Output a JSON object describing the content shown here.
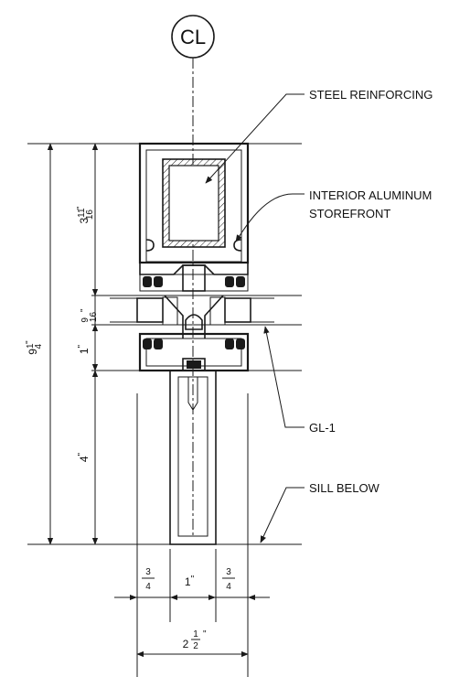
{
  "centerline": {
    "label": "CL"
  },
  "callouts": {
    "steel": "STEEL REINFORCING",
    "storefront_line1": "INTERIOR ALUMINUM",
    "storefront_line2": "STOREFRONT",
    "glass": "GL-1",
    "sill": "SILL BELOW"
  },
  "dimensions": {
    "overall_height": {
      "whole": "9",
      "num": "1",
      "den": "4",
      "inch": "\""
    },
    "top_frame": {
      "whole": "3",
      "num": "11",
      "den": "16",
      "inch": "\""
    },
    "glazing": {
      "num": "9",
      "den": "16",
      "inch": "\""
    },
    "base_frame": {
      "whole": "1",
      "inch": "\""
    },
    "mullion": {
      "whole": "4",
      "inch": "\""
    },
    "left_offset": {
      "num": "3",
      "den": "4",
      "inch": "\""
    },
    "center_width": {
      "whole": "1",
      "inch": "\""
    },
    "right_offset": {
      "num": "3",
      "den": "4",
      "inch": "\""
    },
    "overall_width": {
      "whole": "2",
      "num": "1",
      "den": "2",
      "inch": "\""
    }
  }
}
